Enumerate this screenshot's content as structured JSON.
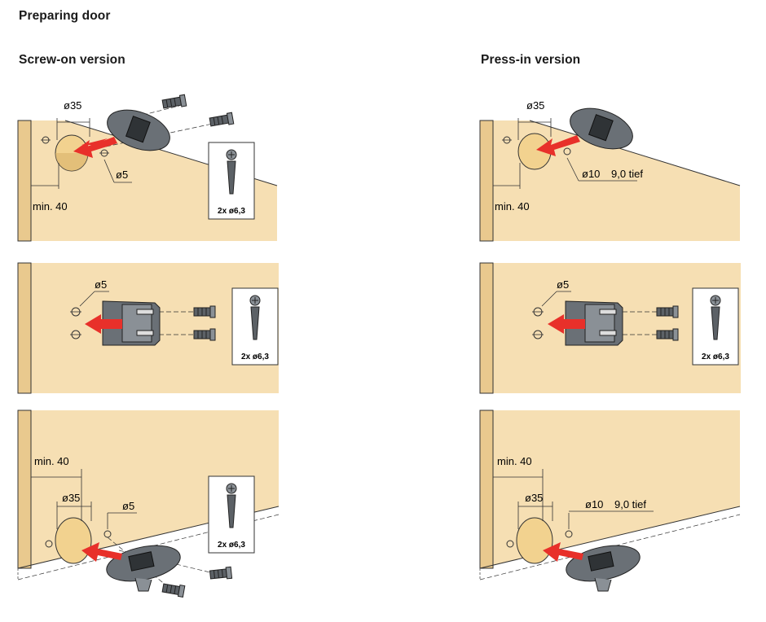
{
  "page_title": "Preparing door",
  "columns": {
    "left_heading": "Screw-on version",
    "right_heading": "Press-in version"
  },
  "screw_box_label": "2x ø6,3",
  "left_column": {
    "step1": {
      "d_cup": "ø35",
      "d_pilot": "ø5",
      "edge": "min. 40"
    },
    "step2": {
      "d_pilot": "ø5"
    },
    "step3": {
      "edge": "min. 40",
      "d_cup": "ø35",
      "d_pilot": "ø5"
    }
  },
  "right_column": {
    "step1": {
      "d_cup": "ø35",
      "d_hole": "ø10",
      "depth": "9,0 tief",
      "edge": "min. 40"
    },
    "step2": {
      "d_pilot": "ø5"
    },
    "step3": {
      "edge": "min. 40",
      "d_cup": "ø35",
      "d_hole": "ø10",
      "depth": "9,0 tief"
    }
  },
  "colors": {
    "board": "#f6dfb3",
    "board_edge": "#e9c98e",
    "cup": "#f2d28f",
    "arrow": "#e8302a",
    "part_dark": "#5c6166",
    "part_light": "#8a9096",
    "line": "#333333"
  }
}
